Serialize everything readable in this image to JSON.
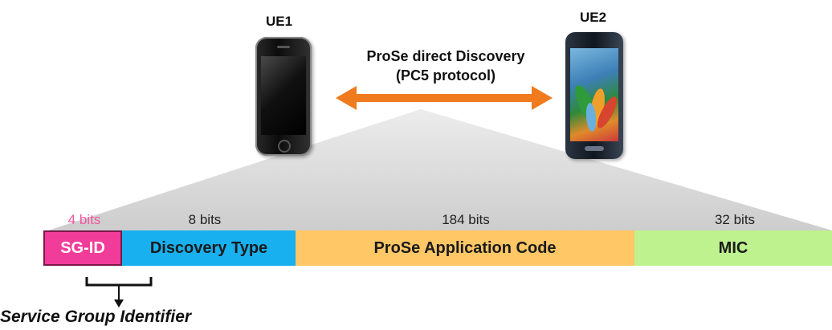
{
  "ue1": {
    "label": "UE1"
  },
  "ue2": {
    "label": "UE2"
  },
  "link": {
    "line1": "ProSe direct Discovery",
    "line2": "(PC5 protocol)",
    "arrow_color": "#f07a1e"
  },
  "fields": [
    {
      "bits": "4 bits",
      "label": "SG-ID",
      "color": "#f23c9a",
      "bits_color": "#f0579f",
      "text_color": "#ffffff"
    },
    {
      "bits": "8 bits",
      "label": "Discovery Type",
      "color": "#18b0ef",
      "bits_color": "#222222",
      "text_color": "#1a1a1a"
    },
    {
      "bits": "184 bits",
      "label": "ProSe Application Code",
      "color": "#ffc766",
      "bits_color": "#222222",
      "text_color": "#1a1a1a"
    },
    {
      "bits": "32 bits",
      "label": "MIC",
      "color": "#bef28e",
      "bits_color": "#222222",
      "text_color": "#1a1a1a"
    }
  ],
  "annotation": {
    "label": "Service Group Identifier"
  },
  "colors": {
    "fan": "#cfcfcf"
  }
}
